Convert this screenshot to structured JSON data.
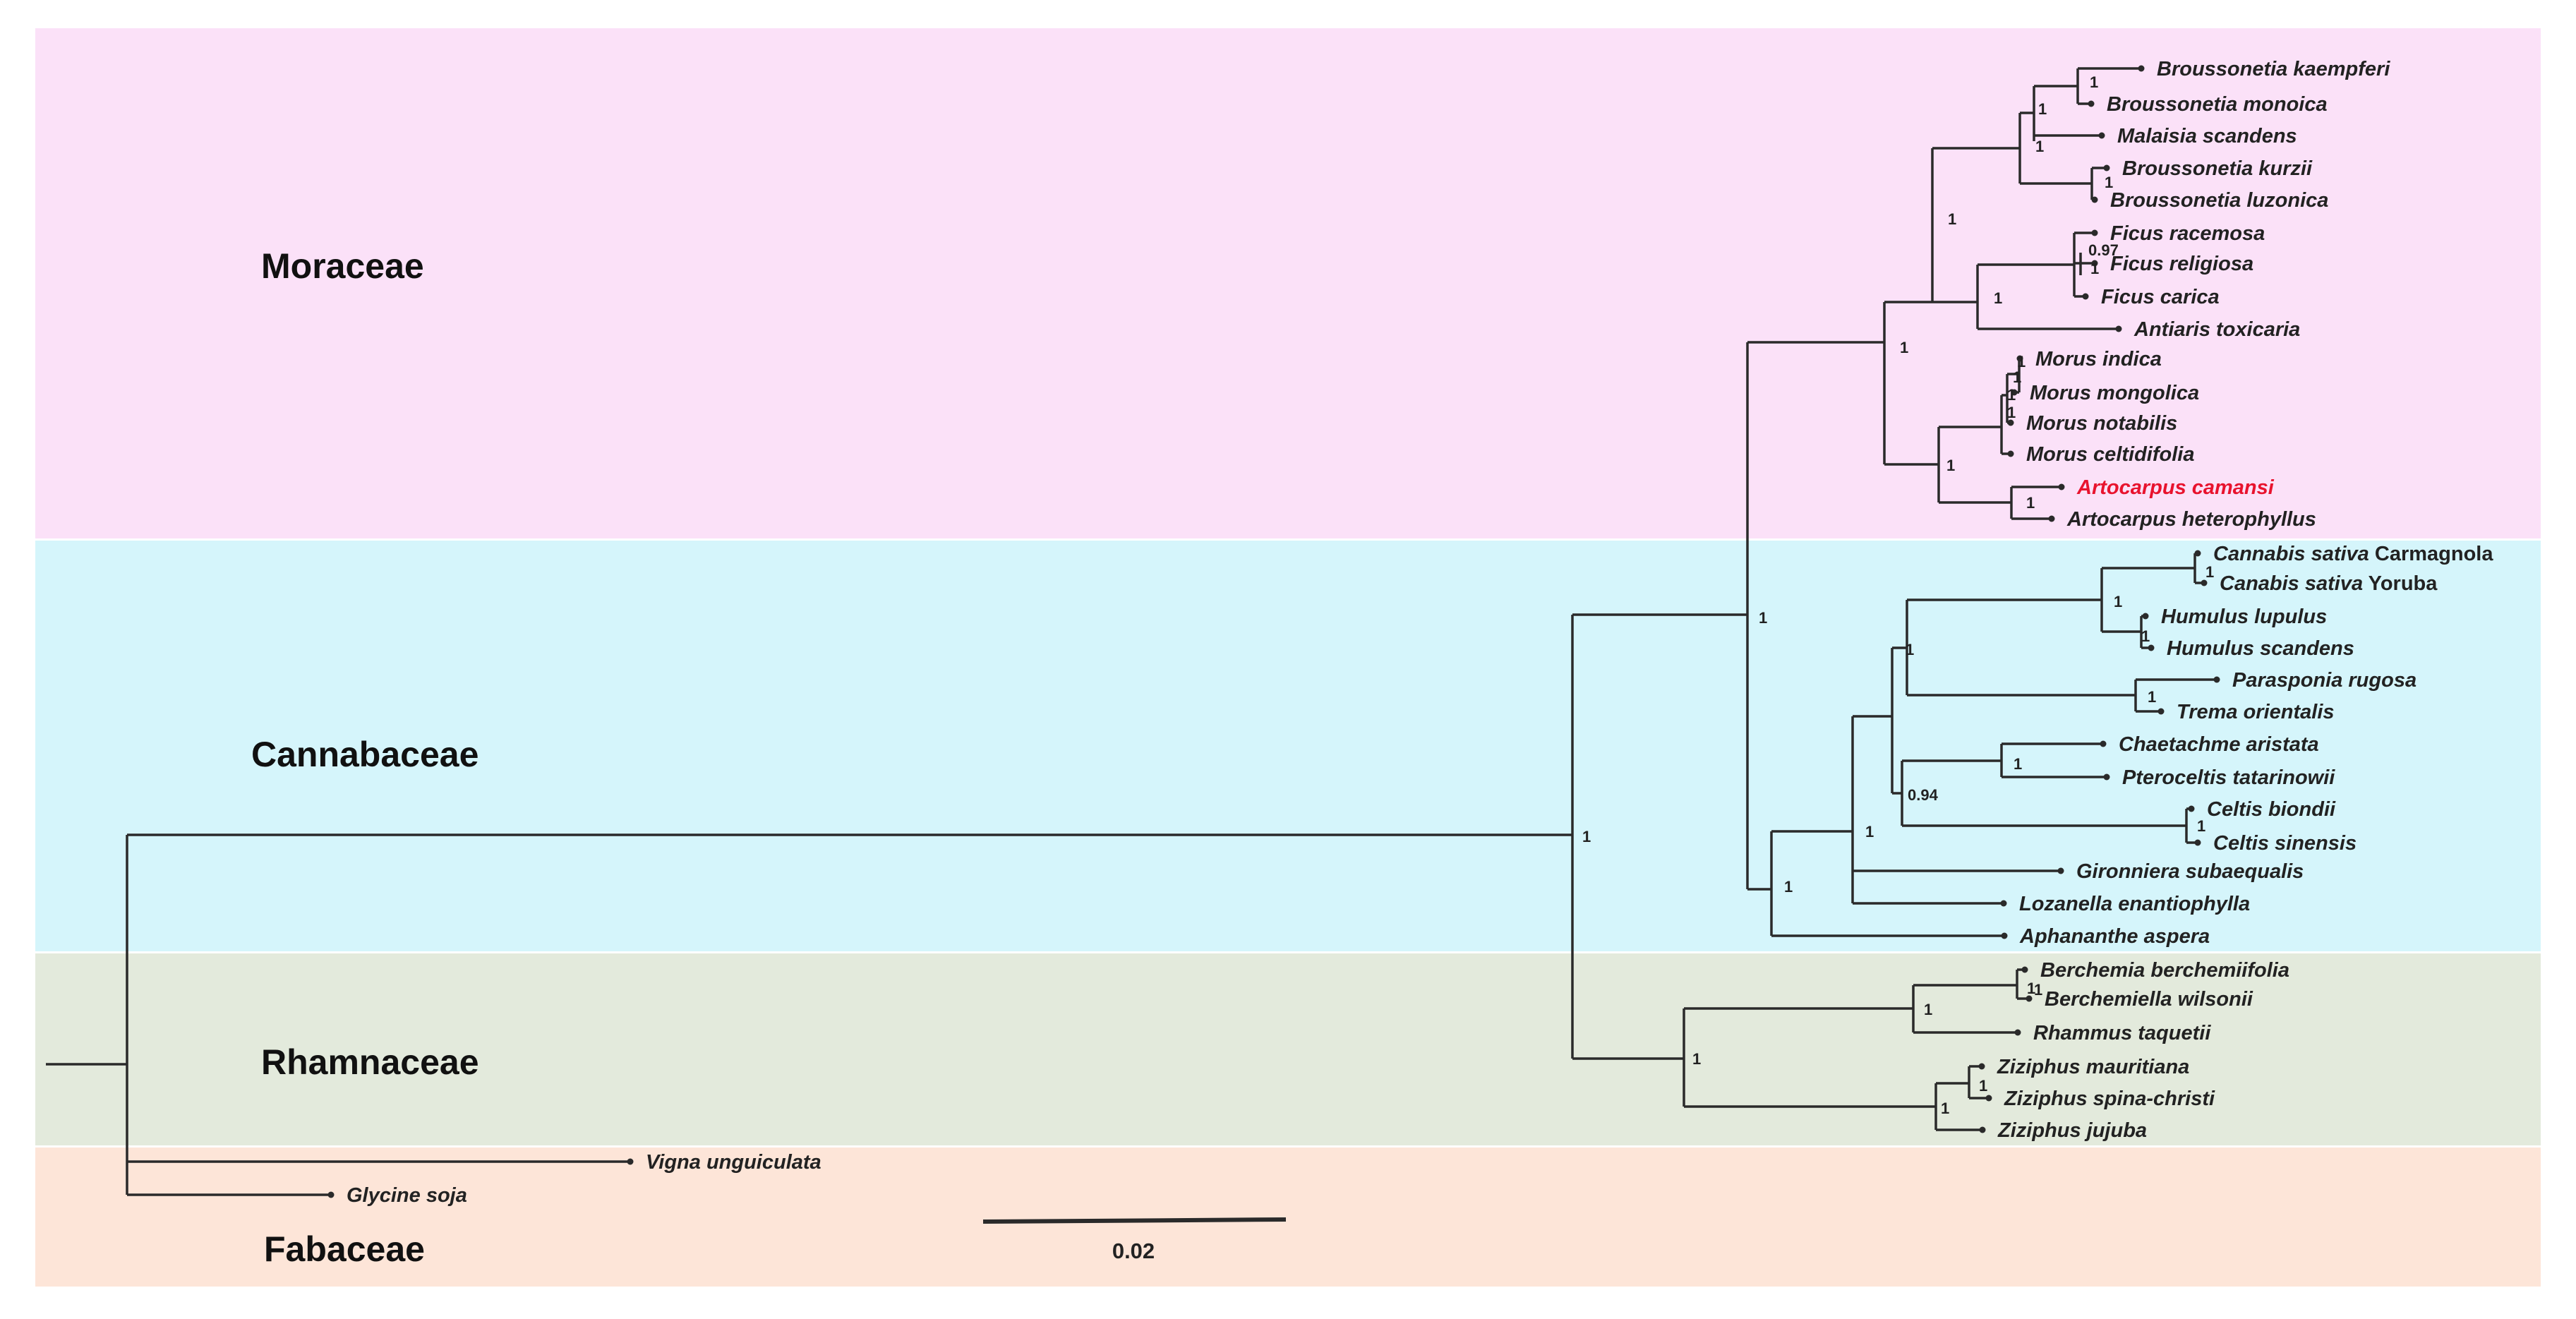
{
  "colors": {
    "moraceae_band": "#fbe1f8",
    "cannabaceae_band": "#d5f5fb",
    "rhamnaceae_band": "#e3eadc",
    "fabaceae_band": "#fde5d8",
    "highlight_taxon": "#e8132e",
    "branch": "#2a2a2a"
  },
  "families": [
    {
      "id": "moraceae",
      "label": "Moraceae"
    },
    {
      "id": "cannabaceae",
      "label": "Cannabaceae"
    },
    {
      "id": "rhamnaceae",
      "label": "Rhamnaceae"
    },
    {
      "id": "fabaceae",
      "label": "Fabaceae"
    }
  ],
  "taxa": [
    {
      "id": "t1",
      "name": "Broussonetia kaempferi"
    },
    {
      "id": "t2",
      "name": "Broussonetia monoica"
    },
    {
      "id": "t3",
      "name": "Malaisia scandens"
    },
    {
      "id": "t4",
      "name": "Broussonetia kurzii"
    },
    {
      "id": "t5",
      "name": "Broussonetia luzonica"
    },
    {
      "id": "t6",
      "name": "Ficus racemosa"
    },
    {
      "id": "t7",
      "name": "Ficus religiosa"
    },
    {
      "id": "t8",
      "name": "Ficus carica"
    },
    {
      "id": "t9",
      "name": "Antiaris toxicaria"
    },
    {
      "id": "t10",
      "name": "Morus indica"
    },
    {
      "id": "t11",
      "name": "Morus mongolica"
    },
    {
      "id": "t12",
      "name": "Morus notabilis"
    },
    {
      "id": "t13",
      "name": "Morus celtidifolia"
    },
    {
      "id": "t14",
      "name": "Artocarpus camansi",
      "highlight": true
    },
    {
      "id": "t15",
      "name": "Artocarpus heterophyllus"
    },
    {
      "id": "t16",
      "name": "Cannabis sativa",
      "suffix": "Carmagnola"
    },
    {
      "id": "t17",
      "name": "Canabis sativa",
      "suffix": "Yoruba"
    },
    {
      "id": "t18",
      "name": "Humulus lupulus"
    },
    {
      "id": "t19",
      "name": "Humulus scandens"
    },
    {
      "id": "t20",
      "name": "Parasponia rugosa"
    },
    {
      "id": "t21",
      "name": "Trema orientalis"
    },
    {
      "id": "t22",
      "name": "Chaetachme aristata"
    },
    {
      "id": "t23",
      "name": "Pteroceltis tatarinowii"
    },
    {
      "id": "t24",
      "name": "Celtis biondii"
    },
    {
      "id": "t25",
      "name": "Celtis sinensis"
    },
    {
      "id": "t26",
      "name": "Gironniera subaequalis"
    },
    {
      "id": "t27",
      "name": "Lozanella enantiophylla"
    },
    {
      "id": "t28",
      "name": "Aphananthe aspera"
    },
    {
      "id": "t29",
      "name": "Berchemia berchemiifolia"
    },
    {
      "id": "t30",
      "name": "Berchemiella wilsonii"
    },
    {
      "id": "t31",
      "name": "Rhammus taquetii"
    },
    {
      "id": "t32",
      "name": "Ziziphus mauritiana"
    },
    {
      "id": "t33",
      "name": "Ziziphus spina-christi"
    },
    {
      "id": "t34",
      "name": "Ziziphus jujuba"
    },
    {
      "id": "t35",
      "name": "Vigna unguiculata"
    },
    {
      "id": "t36",
      "name": "Glycine soja"
    }
  ],
  "support_values": [
    "1",
    "1",
    "1",
    "1",
    "0.97",
    "1",
    "1",
    "1",
    "1",
    "1",
    "1",
    "1",
    "1",
    "1",
    "1",
    "1",
    "1",
    "1",
    "1",
    "0.94",
    "1",
    "1",
    "1",
    "1",
    "1",
    "1",
    "1",
    "1",
    "1",
    "1",
    "1",
    "1",
    "1"
  ],
  "scale_bar": {
    "label": "0.02"
  }
}
